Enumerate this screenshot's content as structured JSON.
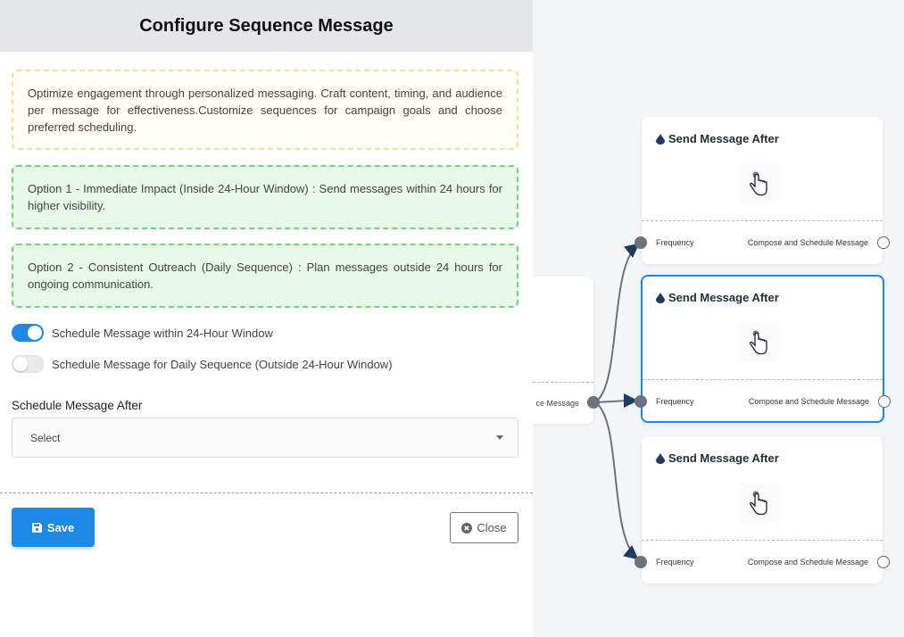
{
  "panel": {
    "title": "Configure Sequence Message",
    "info_text": "Optimize engagement through personalized messaging. Craft content, timing, and audience per message for effectiveness.Customize sequences for campaign goals and choose preferred scheduling.",
    "option1_text": "Option 1 - Immediate Impact (Inside 24-Hour Window) : Send messages within 24 hours for higher visibility.",
    "option2_text": "Option 2 - Consistent Outreach (Daily Sequence) : Plan messages outside 24 hours for ongoing communication.",
    "toggle_24h": {
      "label": "Schedule Message within 24-Hour Window",
      "on": true
    },
    "toggle_daily": {
      "label": "Schedule Message for Daily Sequence (Outside 24-Hour Window)",
      "on": false
    },
    "schedule_label": "Schedule Message After",
    "schedule_select_value": "Select",
    "save_label": "Save",
    "close_label": "Close"
  },
  "canvas": {
    "source_node": {
      "label": "ce Message"
    },
    "nodes": [
      {
        "title": "Send Message After",
        "left_label": "Frequency",
        "right_label": "Compose and Schedule Message",
        "selected": false
      },
      {
        "title": "Send Message After",
        "left_label": "Frequency",
        "right_label": "Compose and Schedule Message",
        "selected": true
      },
      {
        "title": "Send Message After",
        "left_label": "Frequency",
        "right_label": "Compose and Schedule Message",
        "selected": false
      }
    ]
  },
  "colors": {
    "accent": "#1e88e5",
    "edge": "#6b7280",
    "arrow": "#1f3a5f",
    "title_bar": "#e4e6ea"
  },
  "icons": {
    "node_title": "droplet-icon",
    "node_body": "hand-pointer-icon",
    "save": "floppy-disk-icon",
    "close": "close-circle-icon"
  }
}
